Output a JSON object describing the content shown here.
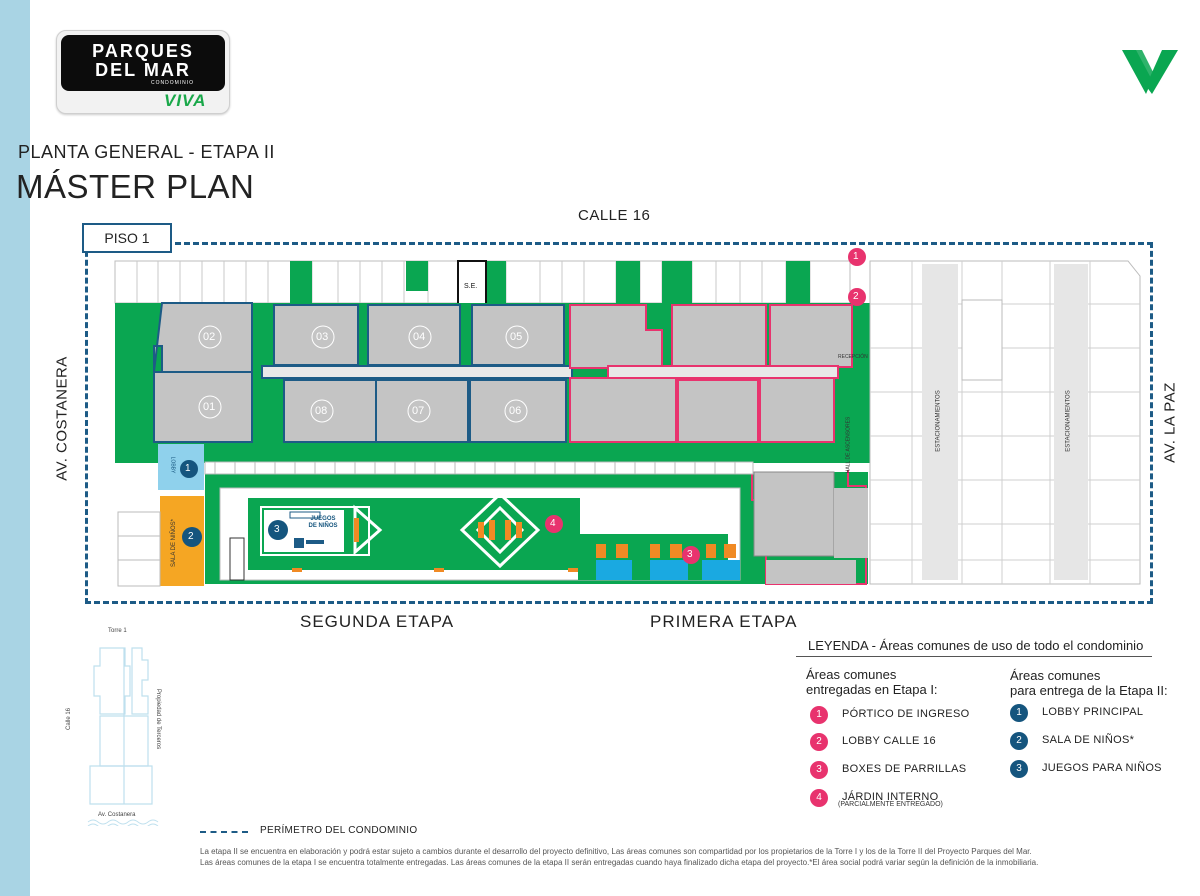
{
  "brand": {
    "logo_line1": "PARQUES",
    "logo_line2": "DEL MAR",
    "logo_line3": "CONDOMINIO",
    "logo_viva": "VIVA",
    "accent_green": "#0aa651",
    "accent_pink": "#e8336e",
    "accent_blue": "#15557e"
  },
  "header": {
    "subtitle": "PLANTA GENERAL - ETAPA II",
    "title": "MÁSTER PLAN"
  },
  "streets": {
    "top": "CALLE 16",
    "left": "AV. COSTANERA",
    "right": "AV. LA PAZ"
  },
  "plan": {
    "floor_tag": "PISO 1",
    "towers": [
      "01",
      "02",
      "03",
      "04",
      "05",
      "06",
      "07",
      "08"
    ],
    "se_label": "S.E.",
    "lobby_label": "LOBBY",
    "sala_label": "SALA DE NIÑOS*",
    "juegos_label": "JUEGOS DE NIÑOS",
    "recepcion_label": "RECEPCIÓN",
    "hall_label": "HALL DE ASCENSORES",
    "parking_label": "ESTACIONAMIENTOS",
    "stage_two": "SEGUNDA ETAPA",
    "stage_one": "PRIMERA ETAPA",
    "badges": [
      "1",
      "2",
      "3",
      "4"
    ]
  },
  "legend": {
    "heading": "LEYENDA - Áreas comunes de uso de todo el condominio",
    "col1_head_line1": "Áreas comunes",
    "col1_head_line2": "entregadas en Etapa I:",
    "col2_head_line1": "Áreas comunes",
    "col2_head_line2": "para entrega de la Etapa II:",
    "delivered": [
      {
        "num": "1",
        "label": "PÓRTICO DE INGRESO"
      },
      {
        "num": "2",
        "label": "LOBBY CALLE 16"
      },
      {
        "num": "3",
        "label": "BOXES DE PARRILLAS"
      },
      {
        "num": "4",
        "label": "JÁRDIN INTERNO",
        "note": "(PARCIALMENTE ENTREGADO)"
      }
    ],
    "pending": [
      {
        "num": "1",
        "label": "LOBBY PRINCIPAL"
      },
      {
        "num": "2",
        "label": "SALA DE NIÑOS*"
      },
      {
        "num": "3",
        "label": "JUEGOS PARA NIÑOS"
      }
    ],
    "perimeter_label": "PERÍMETRO DEL CONDOMINIO"
  },
  "mini_map": {
    "top": "Torre 1",
    "left": "Calle 16",
    "right": "Propiedad de Terceros",
    "bottom": "Av. Costanera"
  },
  "disclaimer": {
    "line1": "La etapa II se encuentra en elaboración y podrá estar sujeto a cambios durante el desarrollo del proyecto definitivo, Las áreas comunes son compartidad por los propietarios de la Torre I y los de la Torre II del Proyecto Parques del Mar.",
    "line2": "Las áreas comunes de la etapa I se encuentra totalmente entregadas. Las áreas comunes de la etapa II serán entregadas cuando haya finalizado dicha etapa del proyecto.*El área social podrá variar según la definición de la inmobiliaria."
  }
}
